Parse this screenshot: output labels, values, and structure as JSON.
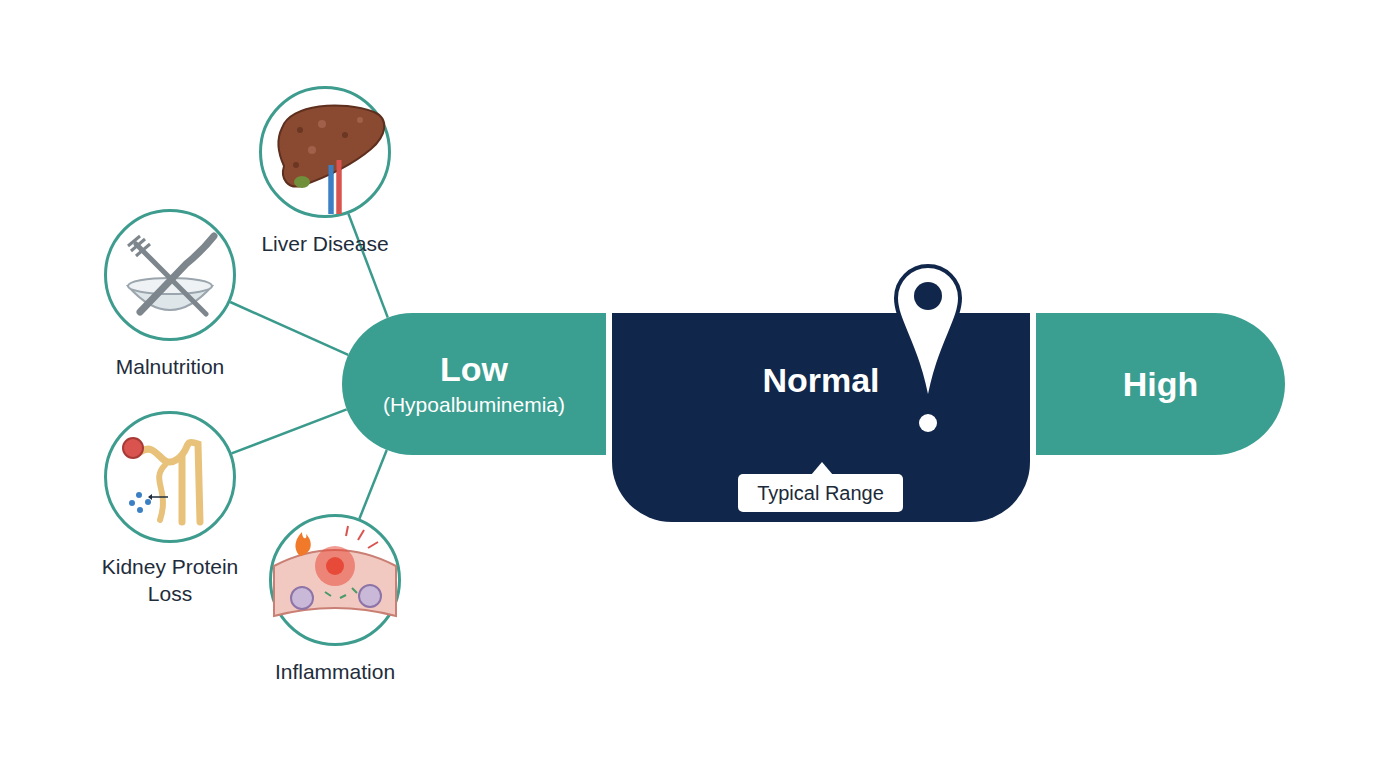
{
  "diagram": {
    "nodes": [
      {
        "text": [
          "Liver Disease"
        ]
      },
      {
        "text": [
          "Malnutrition"
        ]
      },
      {
        "text": [
          "Kidney Protein Loss"
        ]
      },
      {
        "text": [
          "Inflammation"
        ]
      },
      {
        "text": [
          "Low",
          "(Hypoalbuminemia)"
        ]
      },
      {
        "text": [
          "Normal"
        ]
      },
      {
        "text": [
          "Typical Range"
        ],
        "in": 5
      },
      {
        "text": [
          "High"
        ]
      }
    ],
    "edges": [
      {
        "from": 0,
        "to": 4,
        "arrow": "none"
      },
      {
        "from": 1,
        "to": 4,
        "arrow": "none"
      },
      {
        "from": 2,
        "to": 4,
        "arrow": "none"
      },
      {
        "from": 3,
        "to": 4,
        "arrow": "none"
      }
    ]
  }
}
